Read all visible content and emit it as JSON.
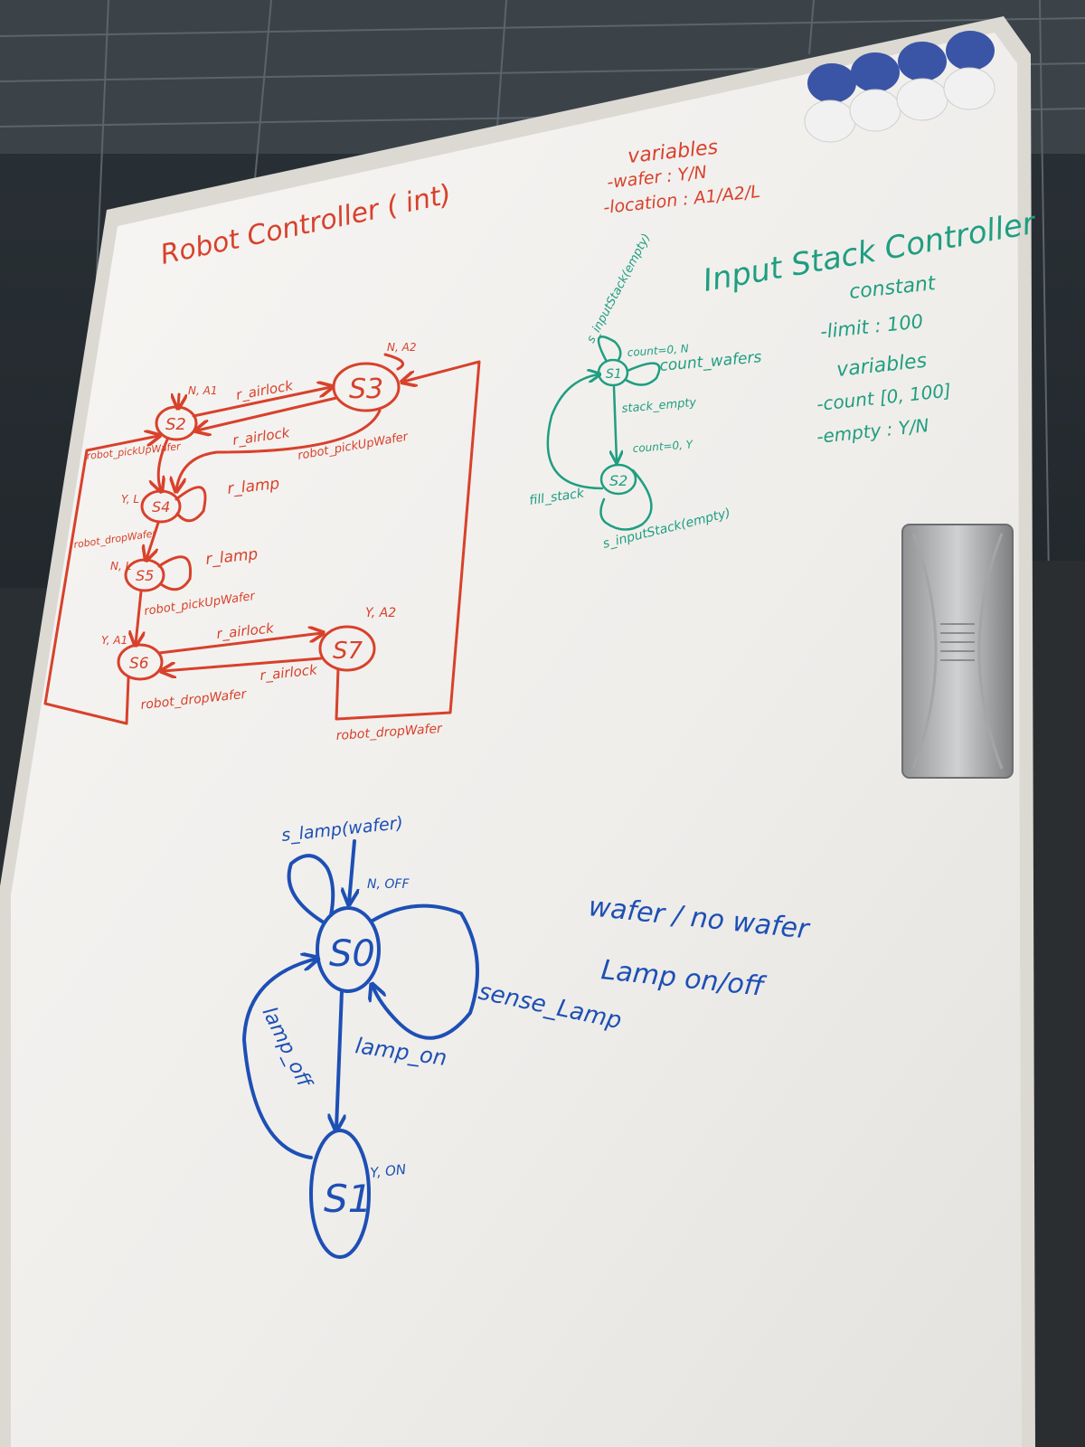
{
  "robot_controller": {
    "title": "Robot Controller ( int)",
    "states": {
      "s2": "S2",
      "s3": "S3",
      "s4": "S4",
      "s5": "S5",
      "s6": "S6",
      "s7": "S7"
    },
    "labels": {
      "s2_vals": "N, A1",
      "s3_vals": "N, A2",
      "s4_vals": "Y, L",
      "s5_vals": "N, L",
      "s6_vals": "Y, A1",
      "s7_vals": "Y, A2",
      "r_airlock_top": "r_airlock",
      "r_airlock_back": "r_airlock",
      "robot_pickup_top": "robot_pickUpWafer",
      "robot_pickup_left": "robot_pickUpWafer",
      "r_lamp_1": "r_lamp",
      "robot_drop_left": "robot_dropWafer",
      "r_lamp_2": "r_lamp",
      "robot_pickup_mid": "robot_pickUpWafer",
      "r_airlock_low_top": "r_airlock",
      "r_airlock_low_back": "r_airlock",
      "robot_drop_bottom": "robot_dropWafer",
      "robot_drop_right": "robot_dropWafer"
    },
    "variables_title": "variables",
    "var_wafer": "-wafer : Y/N",
    "var_location": "-location : A1/A2/L"
  },
  "input_stack": {
    "title": "Input Stack Controller",
    "states": {
      "s1": "S1",
      "s2": "S2"
    },
    "labels": {
      "loop_top": "s_inputStack(empty)",
      "count_state": "count=0, N",
      "count_wafers": "count_wafers",
      "stack_empty": "stack_empty",
      "count_y": "count=0, Y",
      "fill_stack": "fill_stack",
      "s_input_empty": "s_inputStack(empty)"
    },
    "constant_title": "constant",
    "limit": "-limit : 100",
    "variables_title": "variables",
    "count": "-count [0, 100]",
    "empty": "-empty : Y/N"
  },
  "lamp_machine": {
    "states": {
      "s0": "S0",
      "s1": "S1"
    },
    "labels": {
      "s_lamp": "s_lamp(wafer)",
      "s0_vals": "N, OFF",
      "sense_lamp": "sense_Lamp",
      "lamp_off": "lamp_off",
      "lamp_on": "lamp_on",
      "s1_vals": "Y, ON"
    },
    "legend_line1": "wafer / no wafer",
    "legend_line2": "Lamp on/off"
  },
  "colors": {
    "red_marker": "#d8412b",
    "green_marker": "#1f9e80",
    "blue_marker": "#1d4fb5",
    "board": "#f3f1ee",
    "frame": "#e6e4df"
  }
}
